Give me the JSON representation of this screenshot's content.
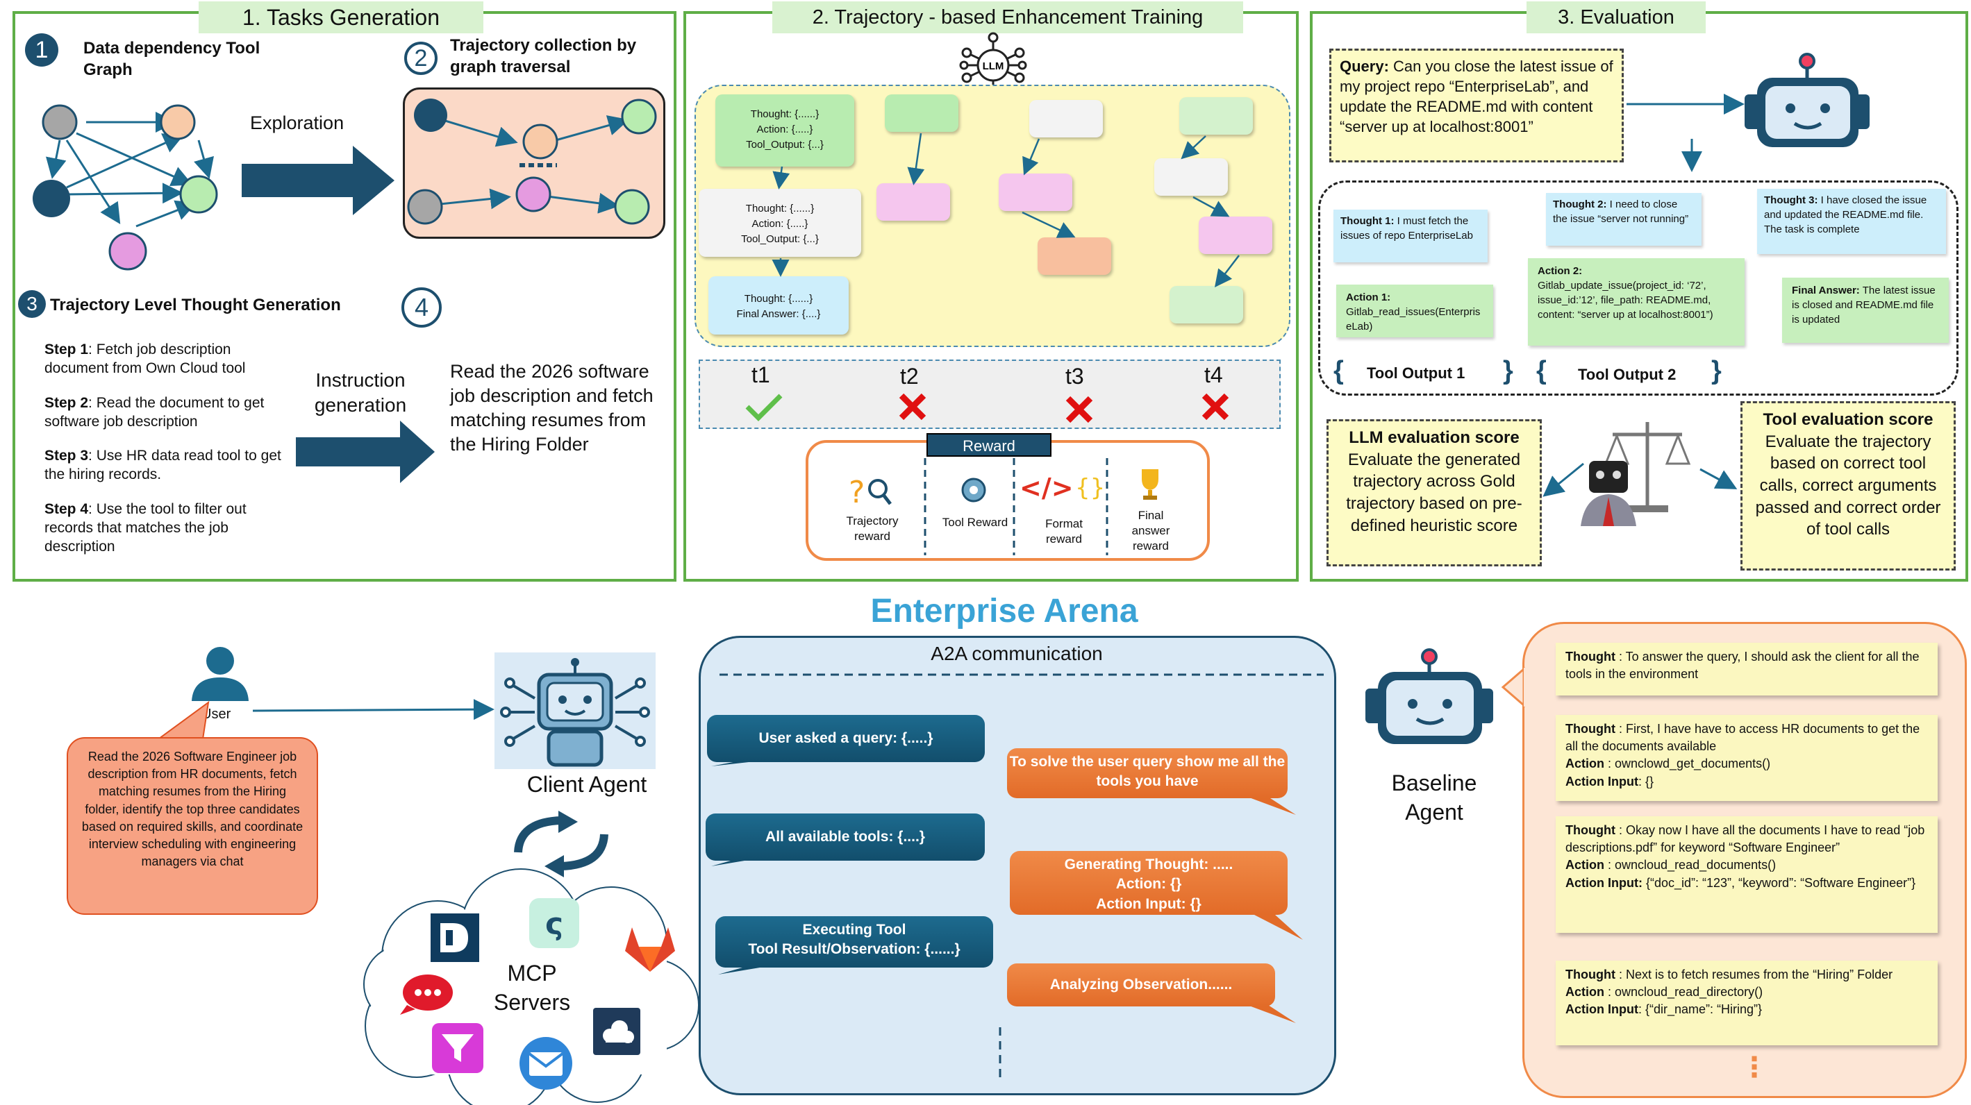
{
  "panel1": {
    "header": "1.  Tasks Generation",
    "step1_num": "1",
    "step1_title": "Data dependency Tool Graph",
    "exploration": "Exploration",
    "step2_num": "2",
    "step2_title": "Trajectory collection by graph traversal",
    "step3_num": "3",
    "step3_title": "Trajectory Level Thought Generation",
    "step4_num": "4",
    "steps": [
      {
        "label": "Step 1",
        "text": ": Fetch job description document from Own Cloud tool"
      },
      {
        "label": "Step 2",
        "text": ": Read the document to get software job description"
      },
      {
        "label": "Step 3",
        "text": ": Use HR data read tool to get the hiring records."
      },
      {
        "label": "Step 4",
        "text": ": Use the tool to filter out records that matches the job description"
      }
    ],
    "instruction_generation": "Instruction generation",
    "instruction": "Read the 2026 software job description and fetch matching resumes from the Hiring Folder"
  },
  "panel2": {
    "header": "2. Trajectory - based Enhancement Training",
    "llm_label": "LLM",
    "card1": [
      "Thought: {......}",
      "Action: {.....}",
      "Tool_Output: {...}"
    ],
    "card2": [
      "Thought: {......}",
      "Action: {.....}",
      "Tool_Output: {...}"
    ],
    "card3": [
      "Thought: {......}",
      "Final Answer: {....}"
    ],
    "timesteps": [
      "t1",
      "t2",
      "t3",
      "t4"
    ],
    "reward_title": "Reward",
    "rewards": [
      "Trajectory reward",
      "Tool Reward",
      "Format reward",
      "Final answer reward"
    ]
  },
  "panel3": {
    "header": "3.  Evaluation",
    "query_label": "Query:",
    "query_text": " Can you close the latest issue of my project repo “EnterpriseLab”, and update the README.md with content “server up at localhost:8001”",
    "thought1_label": "Thought 1:",
    "thought1_text": " I must fetch the issues of repo EnterpriseLab",
    "thought2_label": "Thought 2:",
    "thought2_text": " I need to close the issue “server not running”",
    "thought3_label": "Thought 3:",
    "thought3_text": " I have closed the issue and updated the README.md file. The task is complete",
    "action1_label": "Action 1:",
    "action1_text": "Gitlab_read_issues(EnterpriseLab)",
    "action2_label": "Action 2:",
    "action2_text": "Gitlab_update_issue(project_id: ‘72’, issue_id:’12’, file_path: README.md, content: “server up at localhost:8001”)",
    "final_label": "Final Answer:",
    "final_text": " The latest issue is closed and README.md file is updated",
    "tool_output1": "Tool Output 1",
    "tool_output2": "Tool Output 2",
    "llm_score_title": "LLM evaluation score",
    "llm_score_text": "Evaluate the generated trajectory across Gold trajectory based on pre-defined heuristic score",
    "tool_score_title": "Tool evaluation score",
    "tool_score_text": "Evaluate the trajectory based on correct tool calls, correct arguments passed and correct order of tool calls"
  },
  "arena": {
    "title": "Enterprise Arena",
    "user_label": "User",
    "user_query": "Read the 2026 Software Engineer job description from HR documents, fetch matching resumes from the Hiring folder, identify the top three candidates based on required skills, and coordinate interview scheduling with engineering managers via chat",
    "client_agent": "Client Agent",
    "mcp_servers": "MCP Servers",
    "a2a_title": "A2A communication",
    "msg1": "User asked a query: {.....}",
    "msg2": "To solve the user query show me all the tools you have",
    "msg3": "All available tools: {....}",
    "msg4": [
      "Generating Thought: .....",
      "Action: {}",
      "Action Input: {}"
    ],
    "msg5": [
      "Executing Tool",
      "Tool Result/Observation: {......}"
    ],
    "msg6": "Analyzing Observation......",
    "baseline_agent": "Baseline Agent",
    "notes": [
      {
        "parts": [
          {
            "b": "Thought",
            "t": " : To answer the query, I should ask the client for all the tools in the environment"
          }
        ]
      },
      {
        "parts": [
          {
            "b": "Thought",
            "t": " : First, I have have to access HR documents to get the all the documents available"
          },
          {
            "b": "Action",
            "t": " : ownclowd_get_documents()"
          },
          {
            "b": "Action Input",
            "t": ": {}"
          }
        ]
      },
      {
        "parts": [
          {
            "b": "Thought",
            "t": " : Okay now I have all the documents I have to read “job descriptions.pdf” for keyword “Software Engineer”"
          },
          {
            "b": "Action",
            "t": " : owncloud_read_documents()"
          },
          {
            "b": "Action Input:",
            "t": " {“doc_id”: “123”, “keyword”: “Software Engineer”}"
          }
        ]
      },
      {
        "parts": [
          {
            "b": "Thought",
            "t": " : Next is to fetch resumes from the “Hiring” Folder"
          },
          {
            "b": "Action",
            "t": " : owncloud_read_directory()"
          },
          {
            "b": "Action Input",
            "t": ": {“dir_name”: “Hiring”}"
          }
        ]
      }
    ],
    "dots": "⋮"
  },
  "colors": {
    "panel_border": "#5fae47",
    "header_bg": "#d9f2d0",
    "arena_title": "#3aa3d6",
    "dark_blue": "#1d4f6e",
    "reward_border": "#f08a48",
    "note_bg": "#fbf7c0"
  }
}
